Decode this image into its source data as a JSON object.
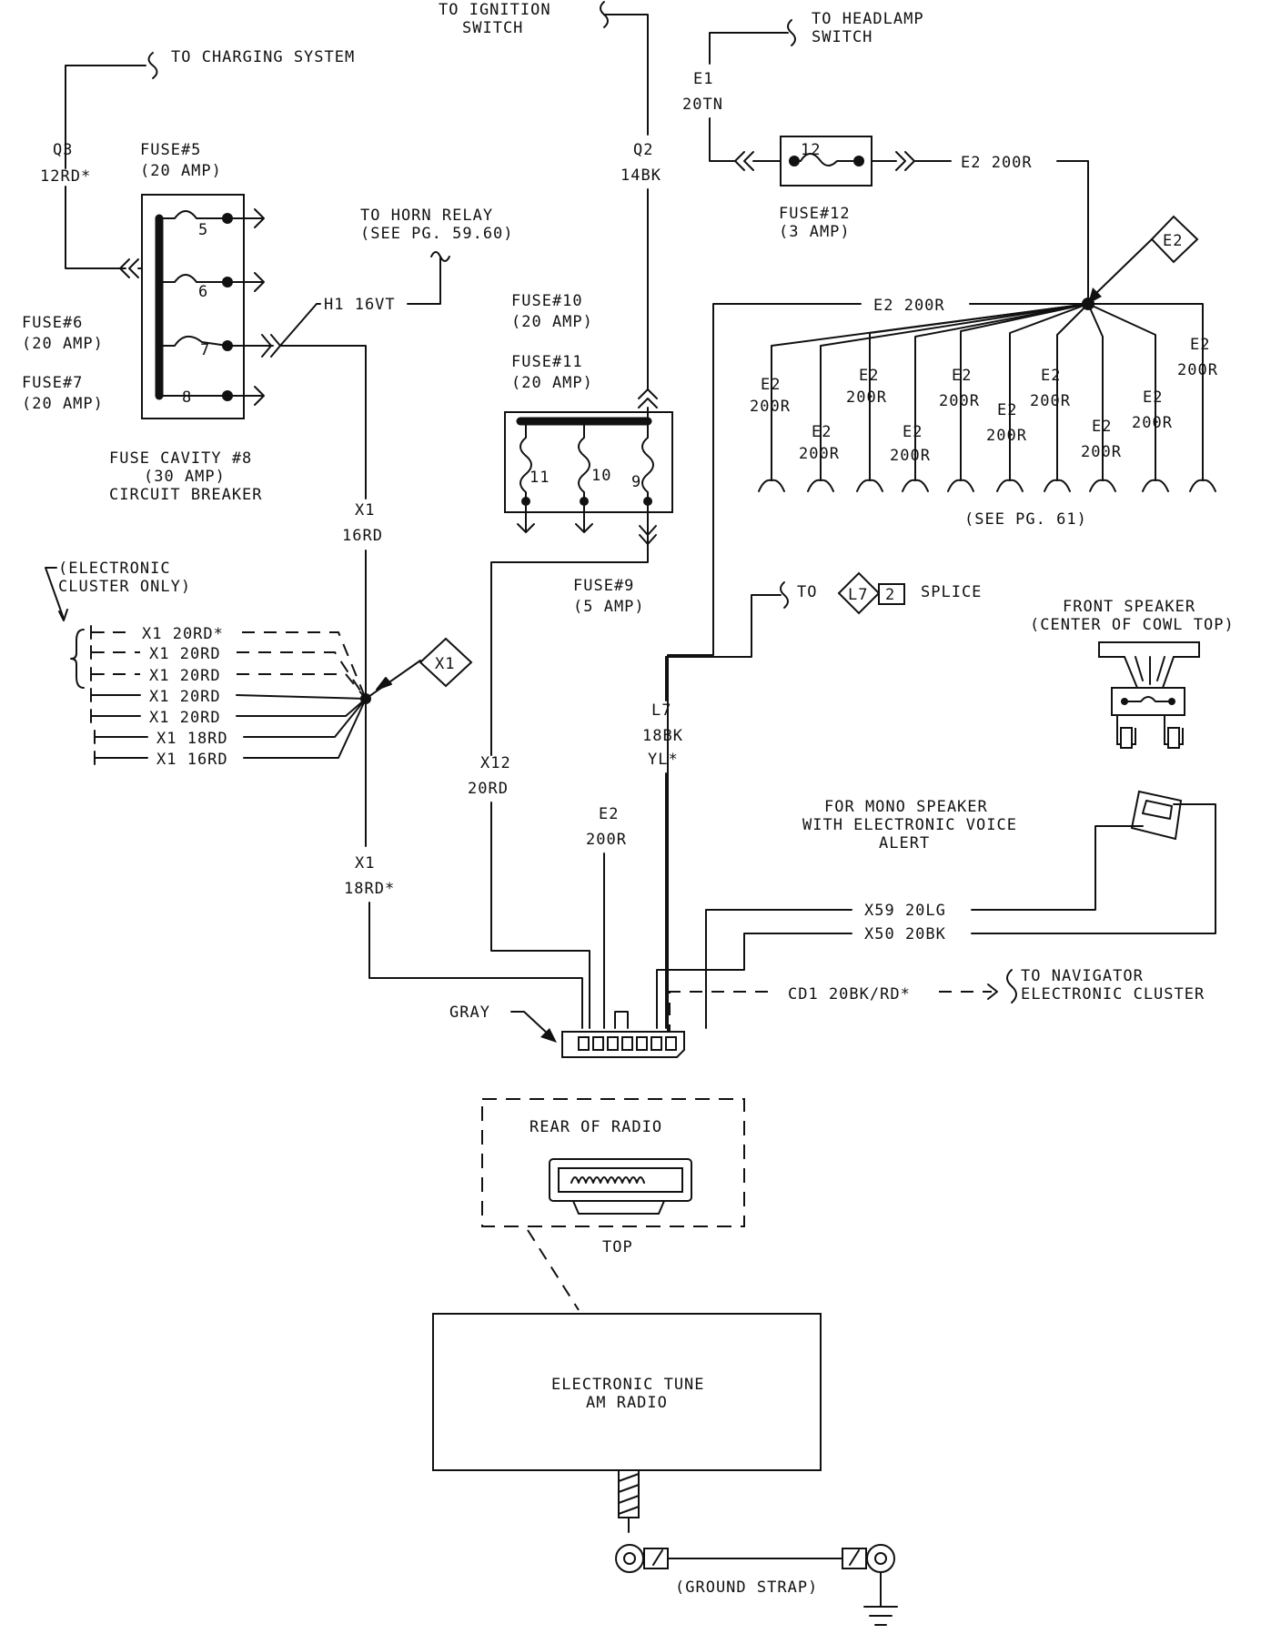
{
  "colors": {
    "ink": "#111111",
    "paper": "#ffffff"
  },
  "labels": {
    "to_ignition_switch": [
      "TO IGNITION",
      "SWITCH"
    ],
    "to_headlamp_switch": [
      "TO HEADLAMP",
      "SWITCH"
    ],
    "to_charging_system": "TO CHARGING SYSTEM",
    "q3": "Q3",
    "q3_wire": "12RD*",
    "fuse5": "FUSE#5",
    "fuse5_amp": "(20 AMP)",
    "fuse6": "FUSE#6",
    "fuse6_amp": "(20 AMP)",
    "fuse7": "FUSE#7",
    "fuse7_amp": "(20 AMP)",
    "fuse_nums": {
      "f5": "5",
      "f6": "6",
      "f7": "7",
      "f8": "8"
    },
    "fuse_cavity": [
      "FUSE CAVITY #8",
      "(30 AMP)",
      "CIRCUIT BREAKER"
    ],
    "to_horn_relay": [
      "TO HORN RELAY",
      "(SEE PG. 59.60)"
    ],
    "h1_wire": "H1 16VT",
    "q2": "Q2",
    "q2_wire": "14BK",
    "e1": "E1",
    "e1_wire": "20TN",
    "fuse12_num": "12",
    "fuse12": "FUSE#12",
    "fuse12_amp": "(3 AMP)",
    "e2_200r": "E2 200R",
    "e2_tag": "E2",
    "fuse10": "FUSE#10",
    "fuse10_amp": "(20 AMP)",
    "fuse11": "FUSE#11",
    "fuse11_amp": "(20 AMP)",
    "fuse_block_nums": {
      "n11": "11",
      "n10": "10",
      "n9": "9"
    },
    "fuse9": "FUSE#9",
    "fuse9_amp": "(5 AMP)",
    "e2_branch": "E2",
    "e2_branch_wire": "200R",
    "see_pg61": "(SEE PG. 61)",
    "x1": "X1",
    "x1_16rd": "16RD",
    "x1_18rd_star": "18RD*",
    "electronic_cluster_only": [
      "(ELECTRONIC",
      "CLUSTER ONLY)"
    ],
    "x1_tag": "X1",
    "x1_branches": [
      "X1 20RD*",
      "X1 20RD",
      "X1 20RD",
      "X1 20RD",
      "X1 20RD",
      "X1 18RD",
      "X1 16RD"
    ],
    "x12": "X12",
    "x12_wire": "20RD",
    "e2_mid": "E2",
    "e2_mid_wire": "200R",
    "l7": "L7",
    "l7_wire1": "18BK",
    "l7_wire2": "YL*",
    "to": "TO",
    "l7_tag": "L7",
    "splice_num": "2",
    "splice": "SPLICE",
    "front_speaker": [
      "FRONT SPEAKER",
      "(CENTER OF COWL TOP)"
    ],
    "mono_speaker": [
      "FOR MONO SPEAKER",
      "WITH ELECTRONIC VOICE",
      "ALERT"
    ],
    "x59": "X59 20LG",
    "x50": "X50 20BK",
    "cd1": "CD1 20BK/RD*",
    "to_navigator": [
      "TO NAVIGATOR",
      "ELECTRONIC CLUSTER"
    ],
    "gray": "GRAY",
    "rear_of_radio": "REAR OF RADIO",
    "top": "TOP",
    "radio": [
      "ELECTRONIC TUNE",
      "AM RADIO"
    ],
    "ground_strap": "(GROUND STRAP)"
  }
}
